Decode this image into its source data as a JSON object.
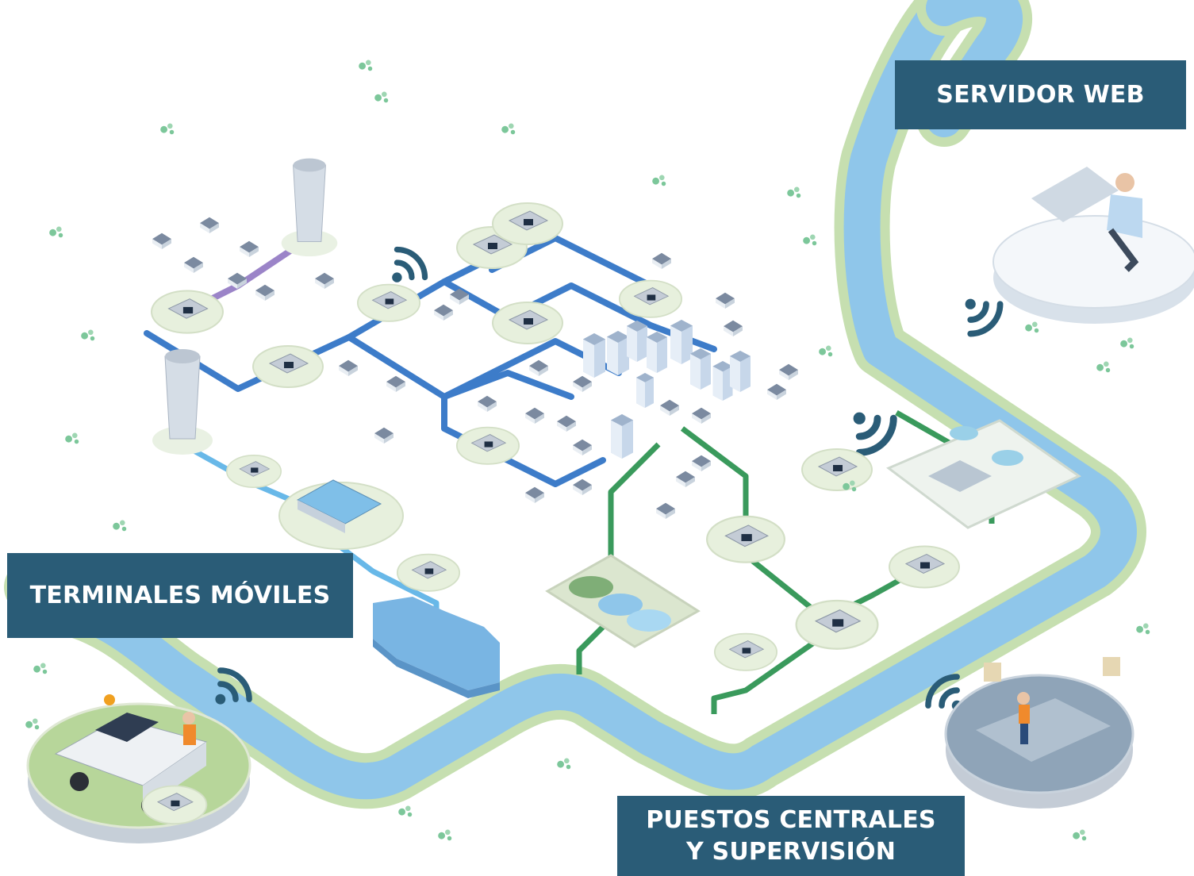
{
  "labels": {
    "servidor_web": "SERVIDOR WEB",
    "terminales_moviles": "TERMINALES MÓVILES",
    "puestos_centrales_line1": "PUESTOS CENTRALES",
    "puestos_centrales_line2": "Y SUPERVISIÓN"
  },
  "colors": {
    "label_bg": "#2a5c77",
    "river": "#8fc6ea",
    "river_bank": "#c6dfb0",
    "pipe_drinking": "#3d7cc9",
    "pipe_raw": "#68b8e8",
    "pipe_sewage": "#3a9a5c",
    "pipe_tower": "#9b84c8",
    "wifi": "#2a5c77",
    "grass": "#dcebc9"
  },
  "icons": [
    "wifi-icon",
    "water-tower-icon",
    "house-icon",
    "tree-icon",
    "pickup-truck-icon",
    "operator-desk-icon",
    "reservoir-icon",
    "treatment-plant-icon"
  ]
}
